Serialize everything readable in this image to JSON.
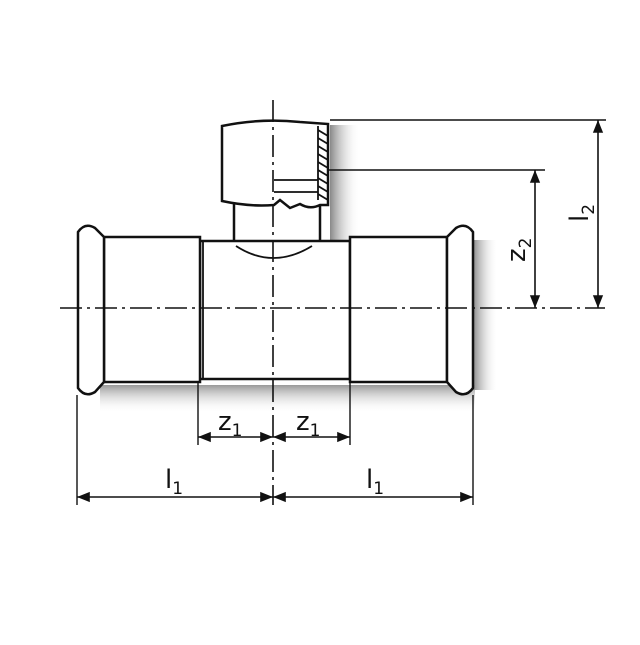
{
  "labels": {
    "z1_left": {
      "main": "z",
      "sub": "1"
    },
    "z1_right": {
      "main": "z",
      "sub": "1"
    },
    "l1_left": {
      "main": "l",
      "sub": "1"
    },
    "l1_right": {
      "main": "l",
      "sub": "1"
    },
    "z2": {
      "main": "z",
      "sub": "2"
    },
    "l2": {
      "main": "l",
      "sub": "2"
    }
  },
  "colors": {
    "line": "#111111",
    "shadow": "#9a9a9a"
  }
}
